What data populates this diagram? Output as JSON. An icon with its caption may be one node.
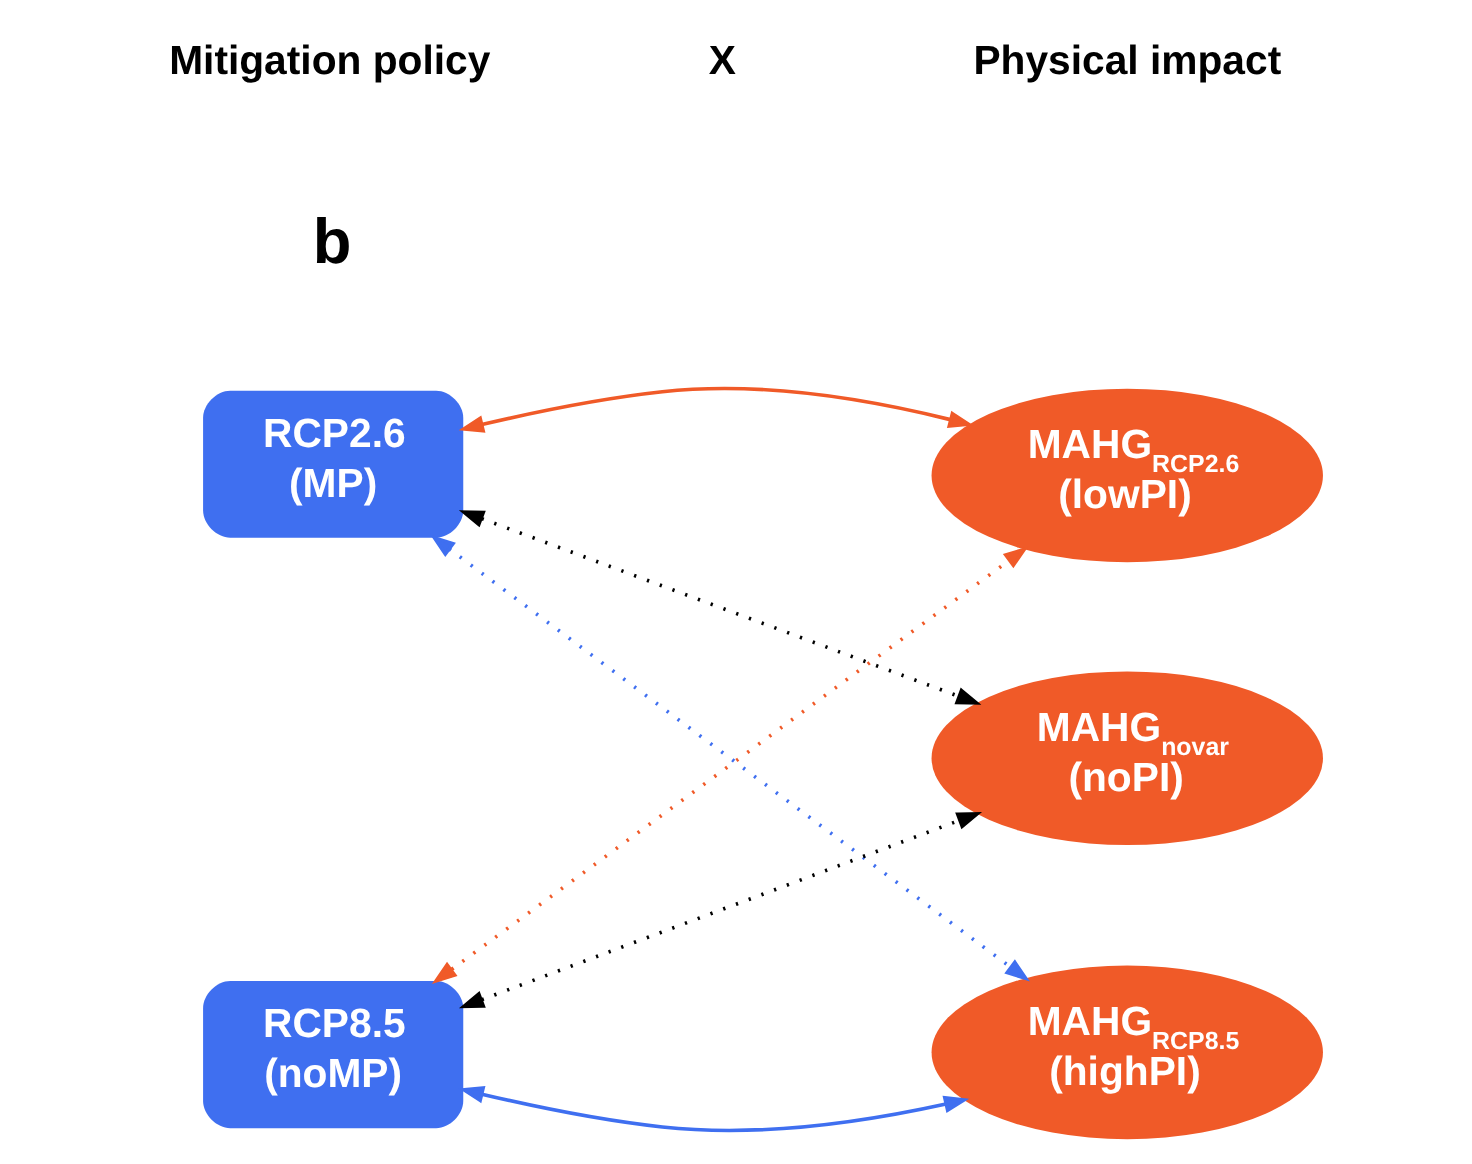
{
  "diagram": {
    "nodes": [
      {
        "text": [
          "RCP2.6 (MP)"
        ]
      },
      {
        "text": [
          "MAHG$_{novar}$ (noPI)"
        ]
      },
      {
        "text": [
          "MAHG$_{RCP2.6}$ (lowPI)"
        ]
      },
      {
        "text": [
          "RCP8.5 (noMP)"
        ]
      },
      {
        "text": [
          "MAHG$_{RCP8.5}$ (highPI)"
        ]
      }
    ],
    "edges": [
      {
        "from": 0,
        "to": 1,
        "arrow": "both",
        "style": "dashed",
        "color": "#000000"
      },
      {
        "from": 0,
        "to": 2,
        "arrow": "both",
        "color": "#f05a28"
      },
      {
        "from": 0,
        "to": 4,
        "arrow": "both",
        "style": "dashed",
        "color": "#3f6ff0"
      },
      {
        "from": 3,
        "to": 1,
        "arrow": "both",
        "style": "dashed",
        "color": "#000000"
      },
      {
        "from": 3,
        "to": 2,
        "arrow": "both",
        "style": "dashed",
        "color": "#f05a28"
      },
      {
        "from": 3,
        "to": 4,
        "arrow": "both",
        "color": "#3f6ff0"
      }
    ],
    "labels": [
      "b",
      "Mitigation policy",
      "X",
      "Physical impact"
    ]
  }
}
